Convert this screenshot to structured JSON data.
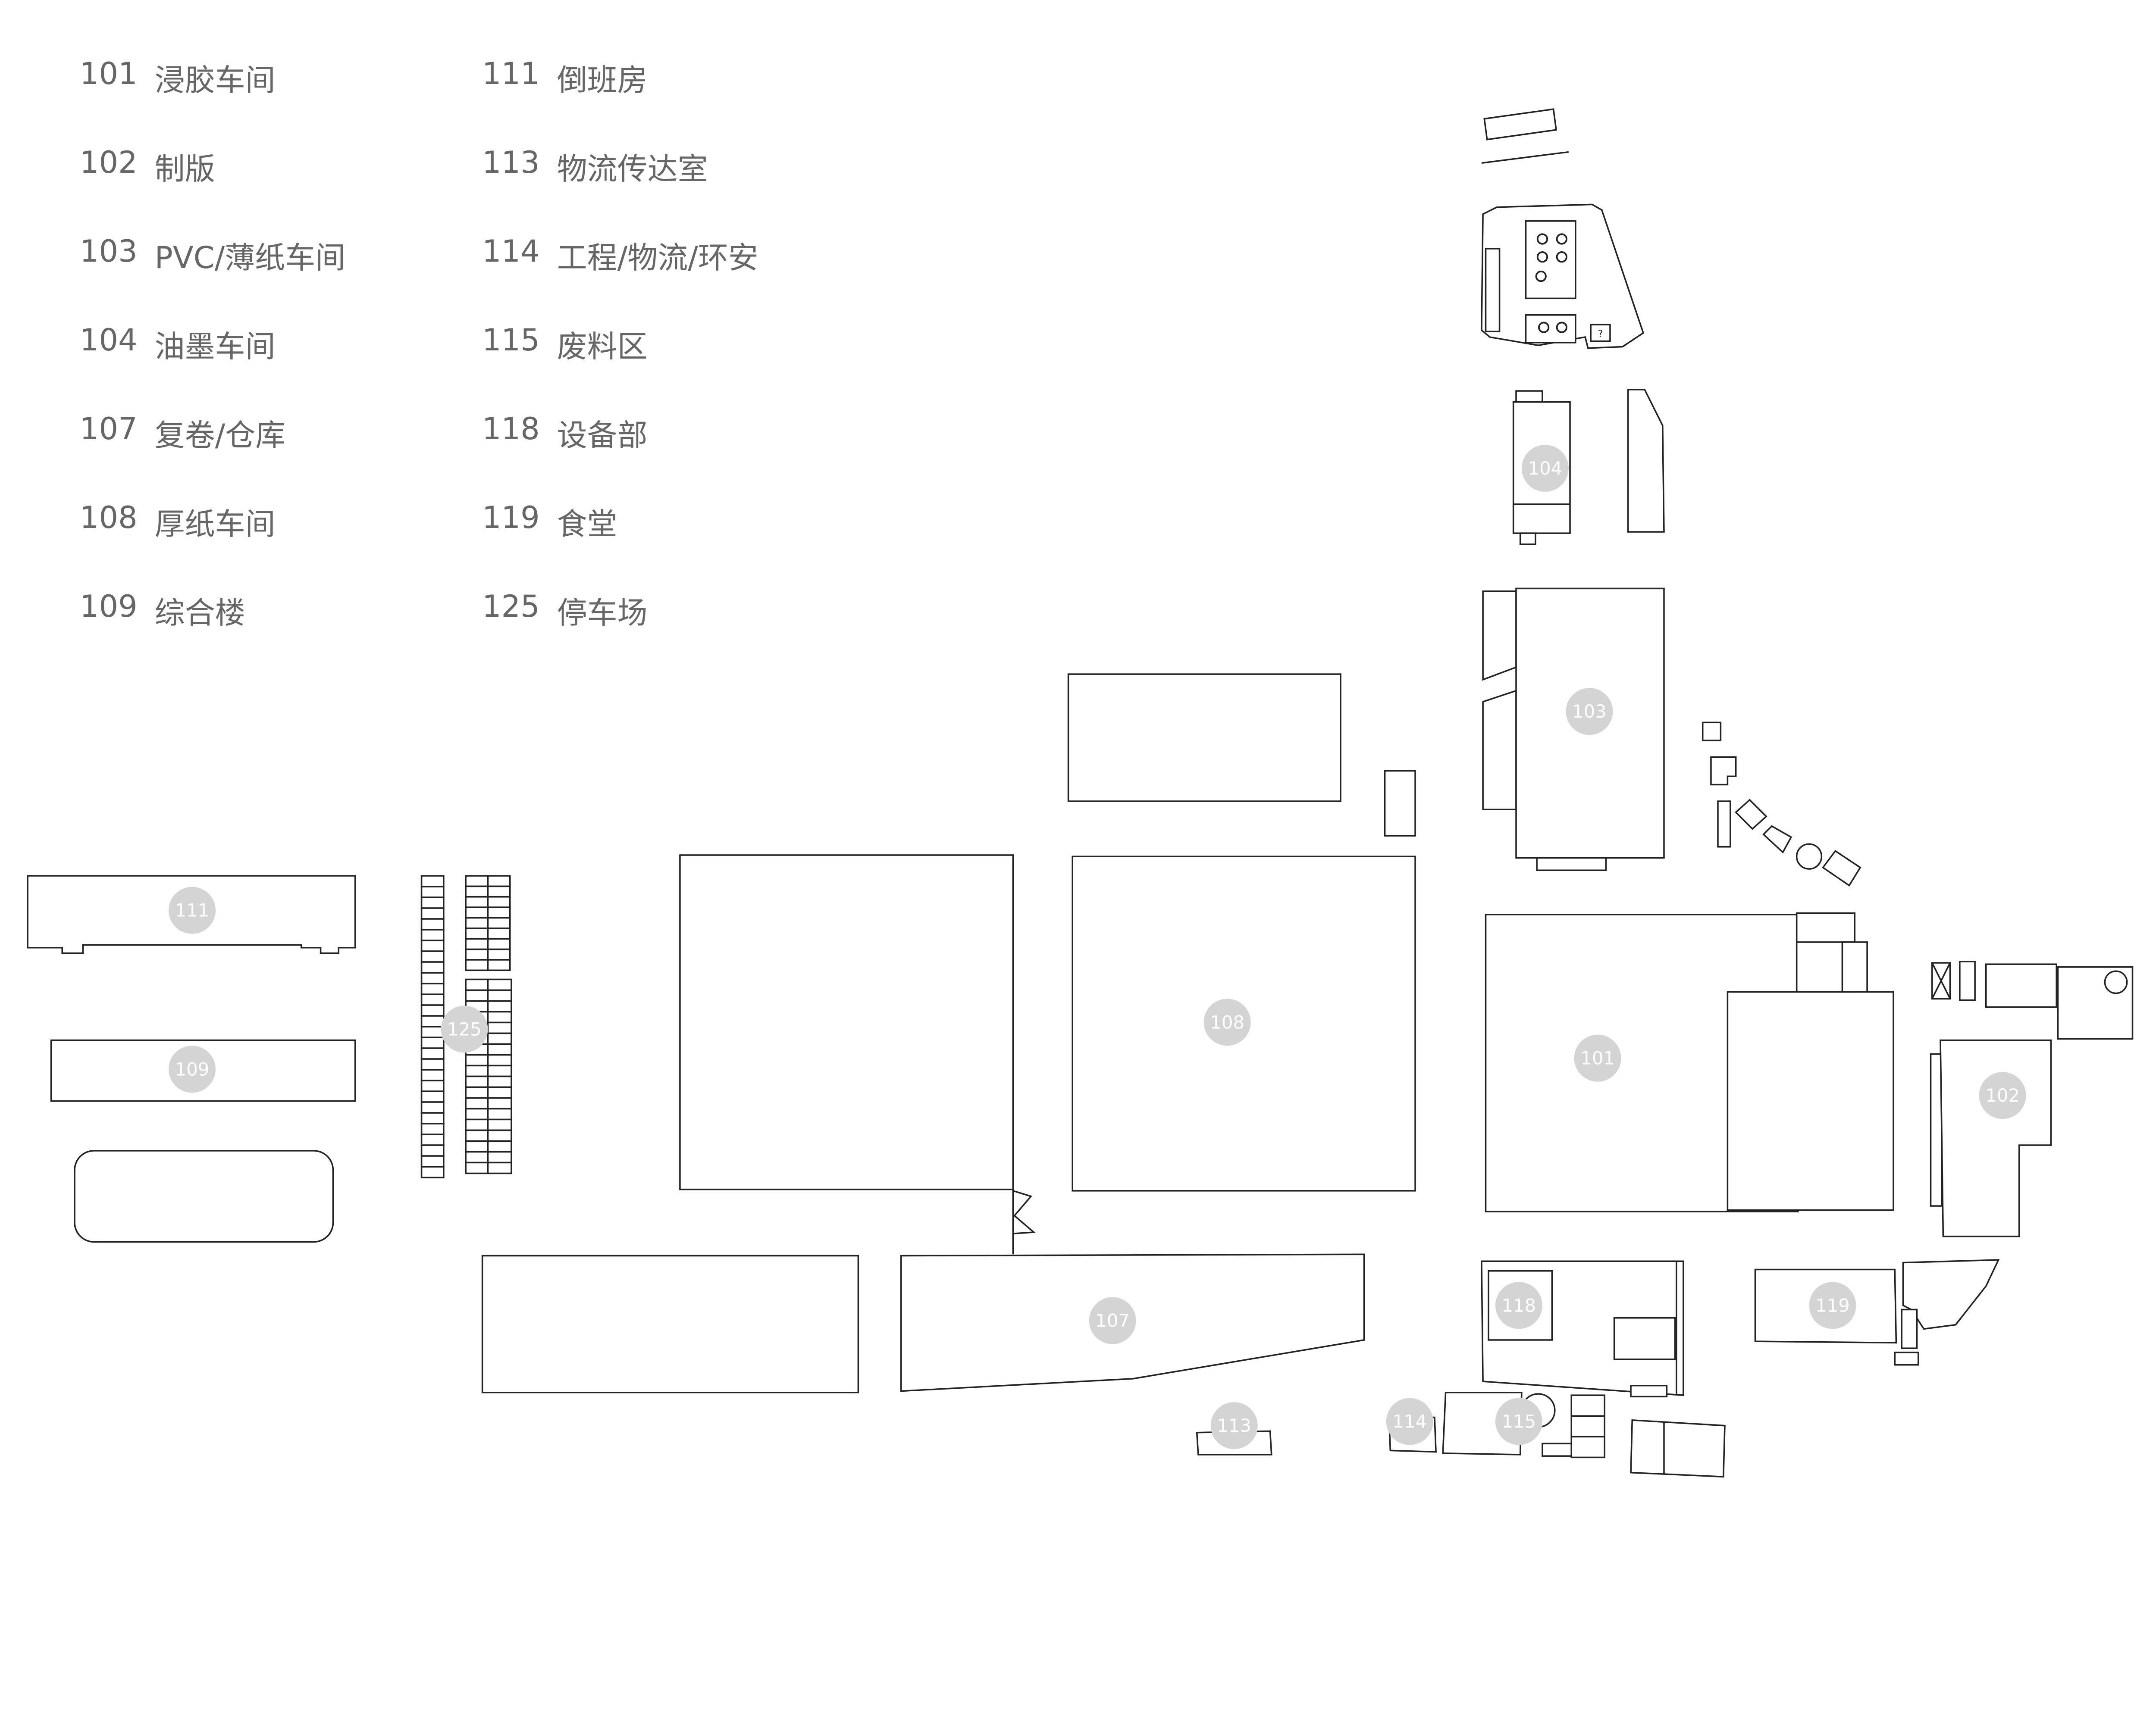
{
  "legend": [
    {
      "code": "101",
      "name": "浸胶车间"
    },
    {
      "code": "102",
      "name": "制版"
    },
    {
      "code": "103",
      "name": "PVC/薄纸车间"
    },
    {
      "code": "104",
      "name": "油墨车间"
    },
    {
      "code": "107",
      "name": "复卷/仓库"
    },
    {
      "code": "108",
      "name": "厚纸车间"
    },
    {
      "code": "109",
      "name": "综合楼"
    },
    {
      "code": "111",
      "name": "倒班房"
    },
    {
      "code": "113",
      "name": "物流传达室"
    },
    {
      "code": "114",
      "name": "工程/物流/环安"
    },
    {
      "code": "115",
      "name": "废料区"
    },
    {
      "code": "118",
      "name": "设备部"
    },
    {
      "code": "119",
      "name": "食堂"
    },
    {
      "code": "125",
      "name": "停车场"
    }
  ],
  "tags": {
    "t101": "101",
    "t102": "102",
    "t103": "103",
    "t104": "104",
    "t107": "107",
    "t108": "108",
    "t109": "109",
    "t111": "111",
    "t113": "113",
    "t114": "114",
    "t115": "115",
    "t118": "118",
    "t119": "119",
    "t125": "125"
  },
  "colors": {
    "tag": "#d4d4d4",
    "legend_text": "#666666",
    "outline": "#222222"
  },
  "icons": {
    "question_mark": "?"
  }
}
